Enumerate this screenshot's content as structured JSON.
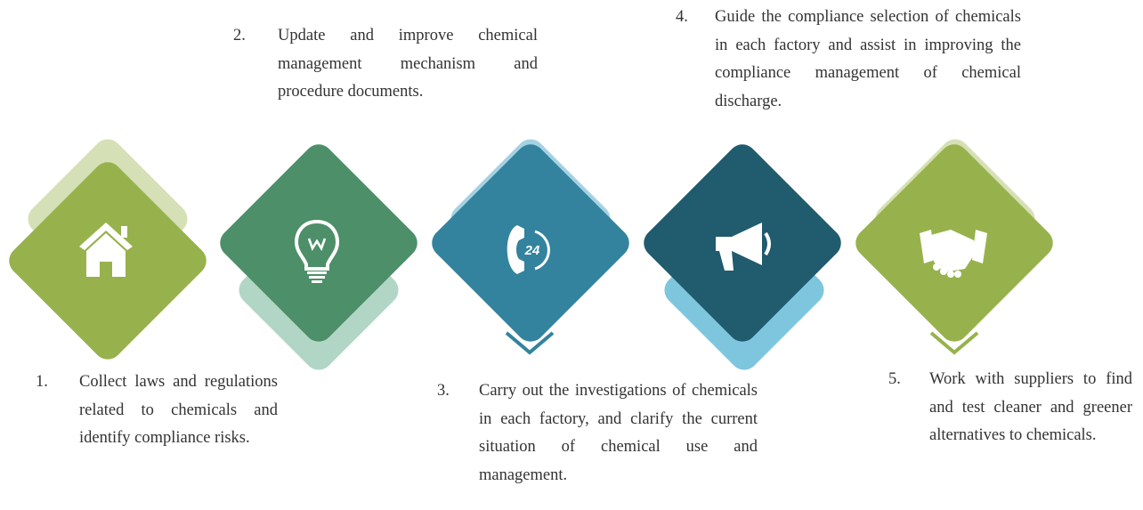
{
  "colors": {
    "green_light": "#97b24c",
    "green_light_back": "#d6e0b6",
    "green_dark": "#4c8f68",
    "green_dark_back": "#b2d6c5",
    "teal": "#33839e",
    "teal_back": "#a4d2e2",
    "navy": "#205b6e",
    "navy_back": "#7ec6dd",
    "text": "#333333"
  },
  "steps": [
    {
      "number": "1.",
      "text": "Collect laws and regulations related to chemicals and identify compliance risks.",
      "icon": "home-icon"
    },
    {
      "number": "2.",
      "text": "Update and improve chemical management mechanism and procedure documents.",
      "icon": "lightbulb-icon"
    },
    {
      "number": "3.",
      "text": "Carry out the investigations of chemicals in each factory, and clarify the current situation of chemical use and management.",
      "icon": "phone-24-icon"
    },
    {
      "number": "4.",
      "text": "Guide the compliance selection of chemicals in each factory and assist in improving the compliance management of chemical discharge.",
      "icon": "megaphone-icon"
    },
    {
      "number": "5.",
      "text": "Work with suppliers to find and test cleaner and greener alternatives to chemicals.",
      "icon": "handshake-icon"
    }
  ],
  "phone_badge": "24"
}
